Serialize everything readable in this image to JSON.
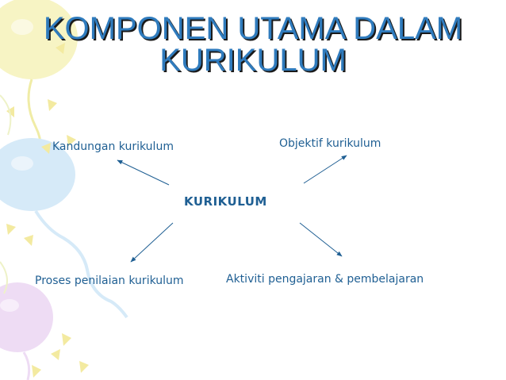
{
  "slide": {
    "title_line1": "KOMPONEN UTAMA DALAM",
    "title_line2": "KURIKULUM"
  },
  "diagram": {
    "center": "KURIKULUM",
    "top_left": "Kandungan kurikulum",
    "top_right": "Objektif kurikulum",
    "bottom_left": "Proses penilaian kurikulum",
    "bottom_right": "Aktiviti pengajaran & pembelajaran"
  },
  "colors": {
    "title": "#2f7bbd",
    "text": "#1f5f93",
    "balloon_yellow": "#f6f2b6",
    "balloon_blue": "#cde6f7",
    "balloon_purple": "#ebd8f2"
  }
}
